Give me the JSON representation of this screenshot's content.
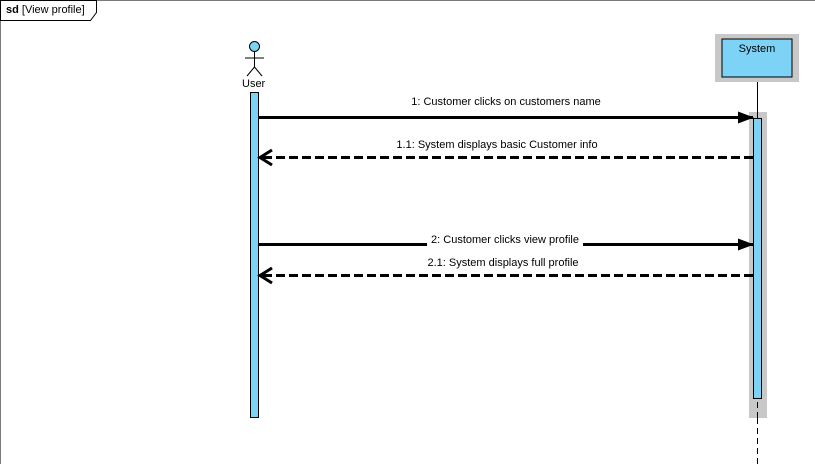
{
  "frame": {
    "keyword": "sd",
    "name": "[View profile]"
  },
  "lifelines": {
    "user": {
      "label": "User"
    },
    "system": {
      "label": "System"
    }
  },
  "messages": [
    {
      "label": "1: Customer clicks on customers name",
      "kind": "synchronous"
    },
    {
      "label": "1.1: System displays basic Customer info",
      "kind": "return"
    },
    {
      "label": "2: Customer clicks view profile",
      "kind": "synchronous"
    },
    {
      "label": "2.1: System displays full profile",
      "kind": "return"
    }
  ],
  "colors": {
    "lifeline_fill": "#7dd3f5",
    "lifeline_shadow": "#c8c8c8",
    "line": "#000000",
    "frame_border": "#7a7a7a"
  }
}
